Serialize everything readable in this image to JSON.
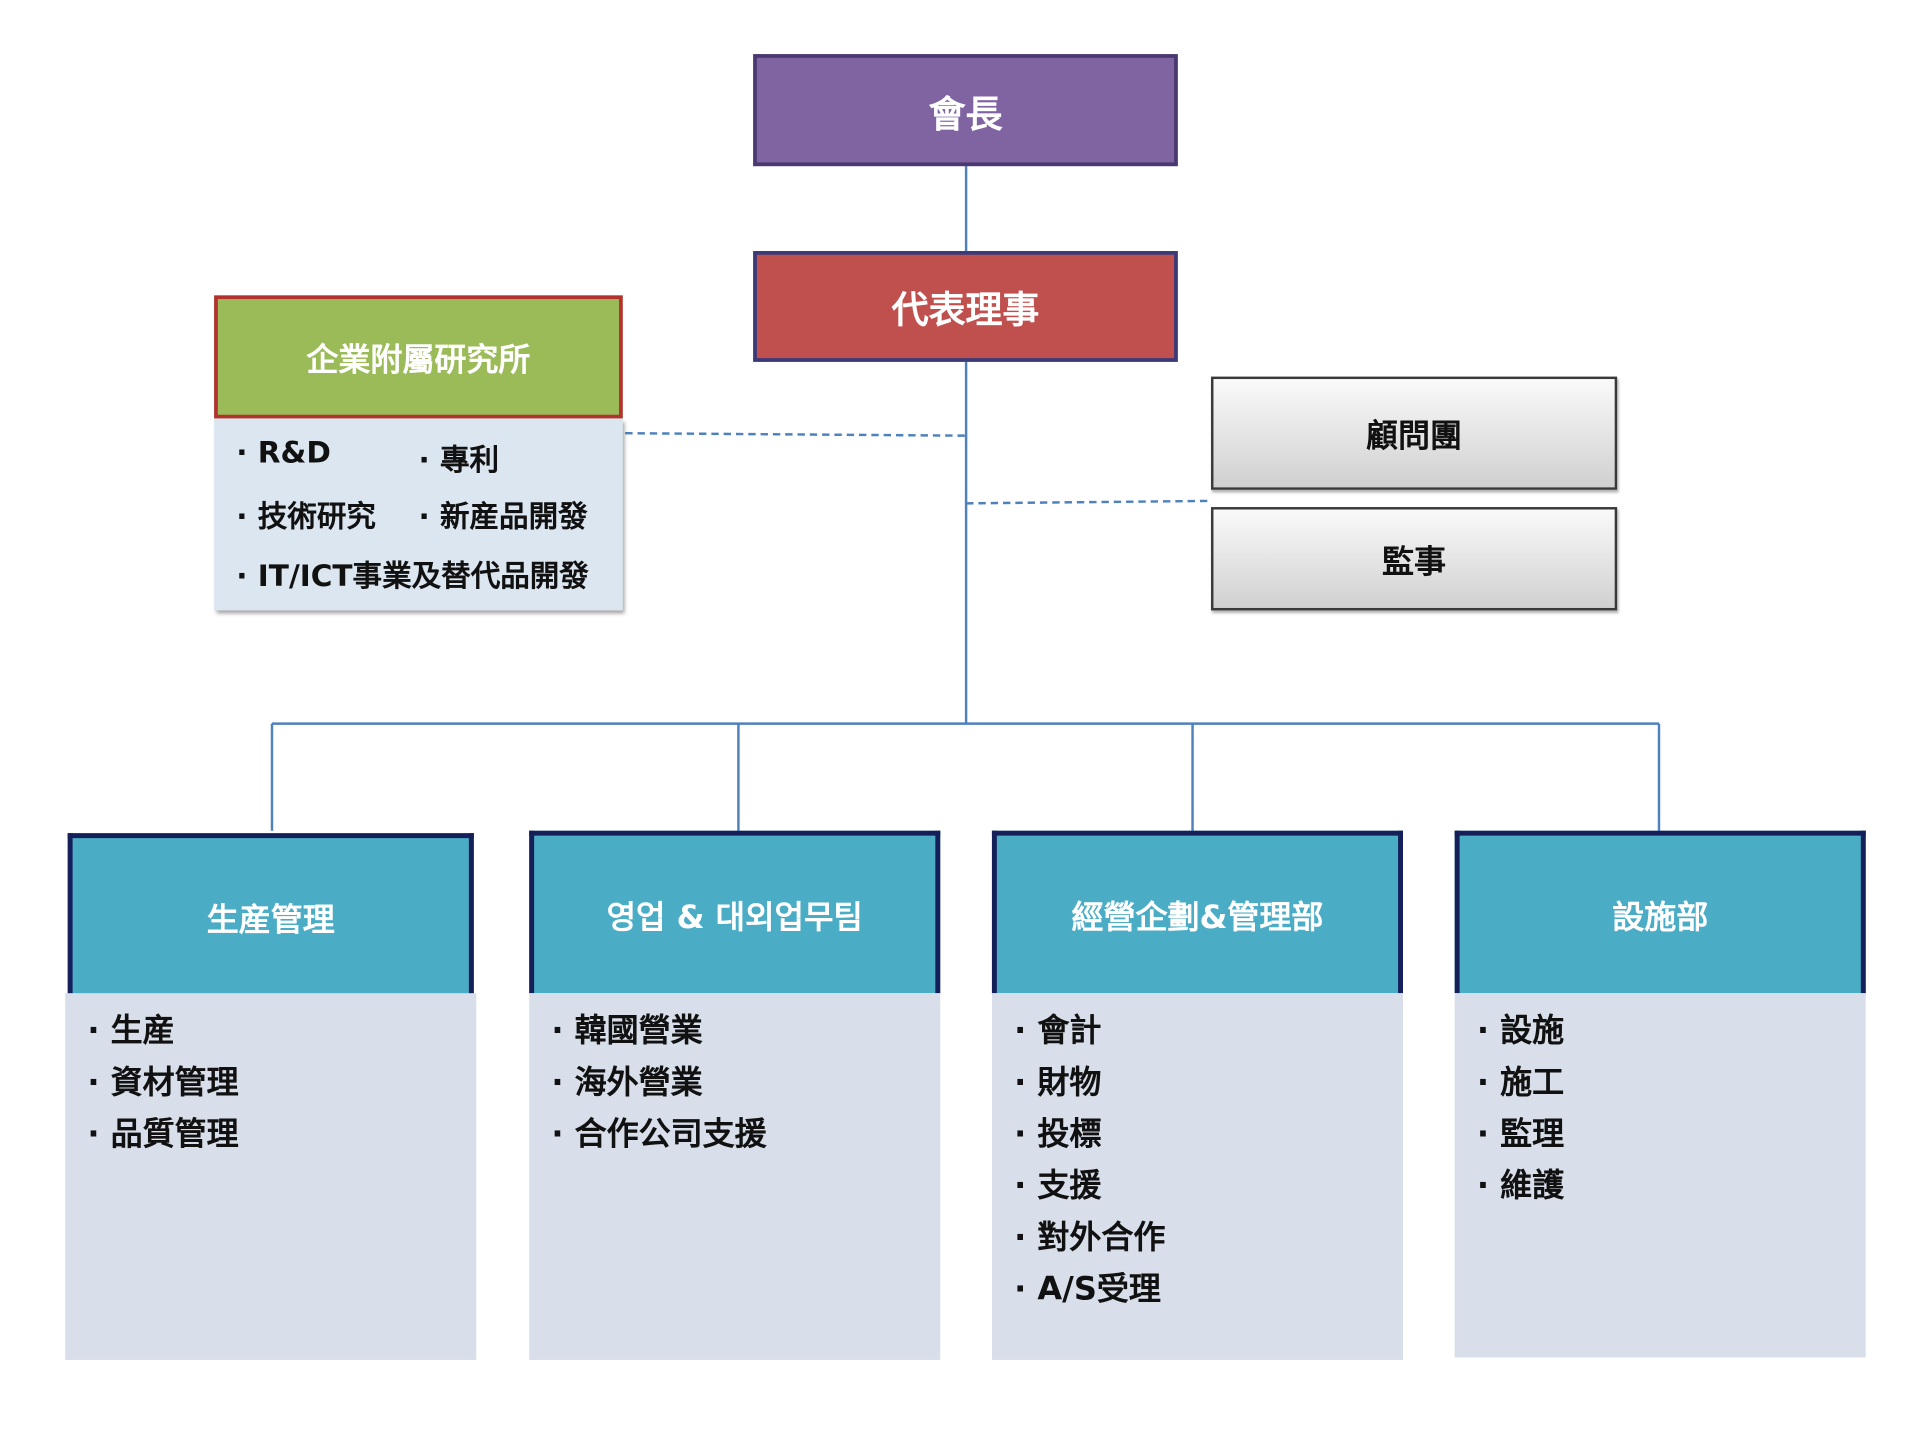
{
  "chairman": "會長",
  "ceo": "代表理事",
  "research_institute": {
    "title": "企業附屬研究所",
    "items": [
      "R&D",
      "專利",
      "技術研究",
      "新産品開發",
      "IT/ICT事業及替代品開發"
    ]
  },
  "advisory_group": "顧問團",
  "auditor": "監事",
  "departments": [
    {
      "title": "生産管理",
      "items": [
        "生産",
        "資材管理",
        "品質管理"
      ]
    },
    {
      "title": "영업 & 대외업무팀",
      "items": [
        "韓國營業",
        "海外營業",
        "合作公司支援"
      ]
    },
    {
      "title": "經營企劃&管理部",
      "items": [
        "會計",
        "財物",
        "投標",
        "支援",
        "對外合作",
        "A/S受理"
      ]
    },
    {
      "title": "設施部",
      "items": [
        "設施",
        "施工",
        "監理",
        "維護"
      ]
    }
  ],
  "colors": {
    "chairman_fill": "#8064a2",
    "ceo_fill": "#c0504d",
    "lab_header_fill": "#9bbb59",
    "lab_body_fill": "#dce6f1",
    "dept_header_fill": "#4bacc6",
    "dept_body_fill": "#d8dfea",
    "connector": "#4f81bd"
  }
}
